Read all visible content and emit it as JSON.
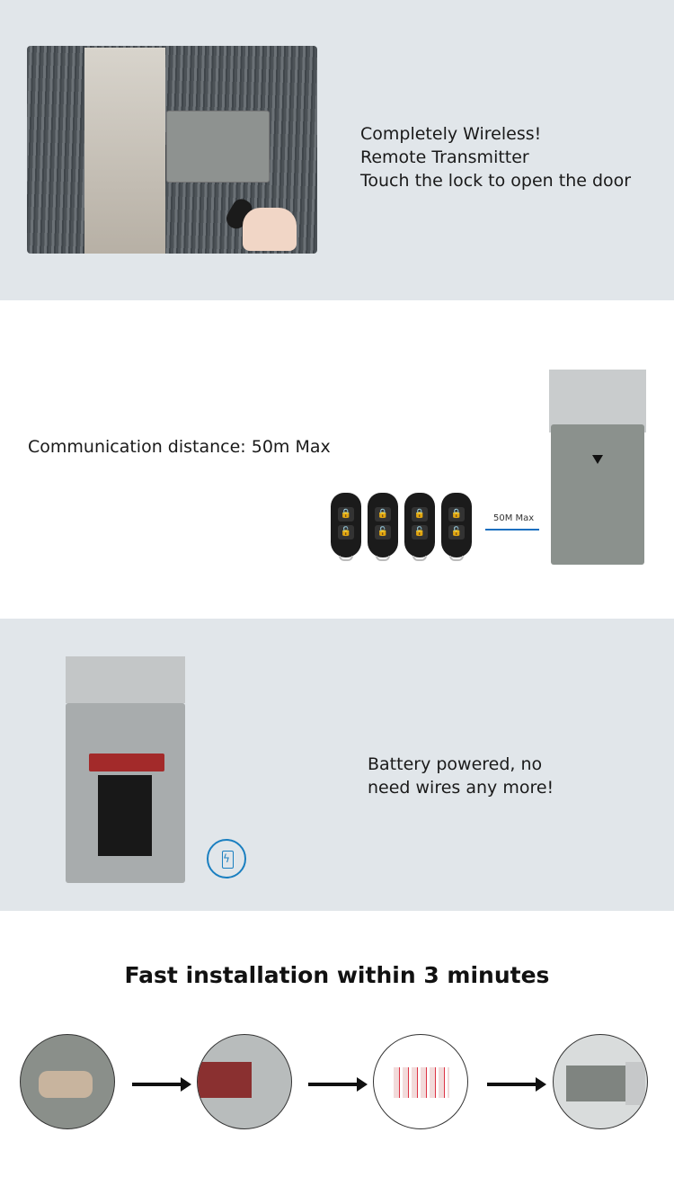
{
  "section1": {
    "lines": [
      "Completely Wireless!",
      "Remote Transmitter",
      "Touch the lock to open the door"
    ]
  },
  "section2": {
    "caption": "Communication distance: 50m Max",
    "range_label": "50M Max",
    "remote_count": 4
  },
  "section3": {
    "lines": [
      "Battery powered, no",
      "need wires any more!"
    ],
    "icon": "battery-charging-icon"
  },
  "section4": {
    "title": "Fast installation within 3 minutes",
    "steps": 4
  },
  "colors": {
    "section_gray": "#e1e6ea",
    "accent_blue": "#1a7fc0"
  }
}
